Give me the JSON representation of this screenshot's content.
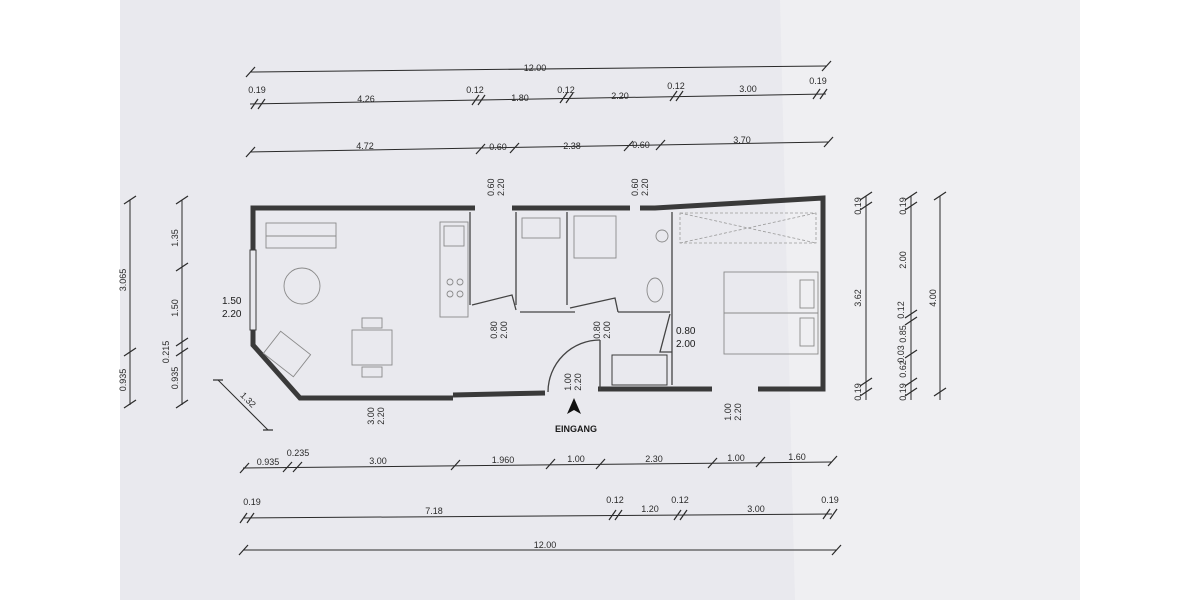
{
  "entrance_label": "EINGANG",
  "top_rows": [
    [
      "12.00"
    ],
    [
      "0.19",
      "4.26",
      "0.12",
      "1.80",
      "0.12",
      "2.20",
      "0.12",
      "3.00",
      "0.19"
    ],
    [
      "4.72",
      "0.60",
      "2.38",
      "0.60",
      "3.70"
    ]
  ],
  "bottom_rows": [
    [
      "0.935",
      "0.235",
      "3.00",
      "1.960",
      "1.00",
      "2.30",
      "1.00",
      "1.60"
    ],
    [
      "0.19",
      "7.18",
      "0.12",
      "1.20",
      "0.12",
      "3.00",
      "0.19"
    ],
    [
      "12.00"
    ]
  ],
  "left_dims": {
    "outer": [
      "3.065",
      "0.935"
    ],
    "inner": [
      "1.35",
      "1.50",
      "0.215",
      "0.935"
    ],
    "diagonal": "1.32"
  },
  "right_dims": {
    "col1": [
      "0.19",
      "3.62",
      "0.19"
    ],
    "col2": [
      "0.19",
      "2.00",
      "0.12",
      "0.85",
      "0.03",
      "0.62",
      "0.19"
    ],
    "col3": [
      "4.00"
    ]
  },
  "openings": [
    {
      "w": "0.60",
      "h": "2.20"
    },
    {
      "w": "0.60",
      "h": "2.20"
    },
    {
      "w": "1.50",
      "h": "2.20"
    },
    {
      "w": "0.80",
      "h": "2.00"
    },
    {
      "w": "0.80",
      "h": "2.00"
    },
    {
      "w": "0.80",
      "h": "2.00"
    },
    {
      "w": "1.00",
      "h": "2.20"
    },
    {
      "w": "3.00",
      "h": "2.20"
    },
    {
      "w": "1.00",
      "h": "2.20"
    }
  ]
}
